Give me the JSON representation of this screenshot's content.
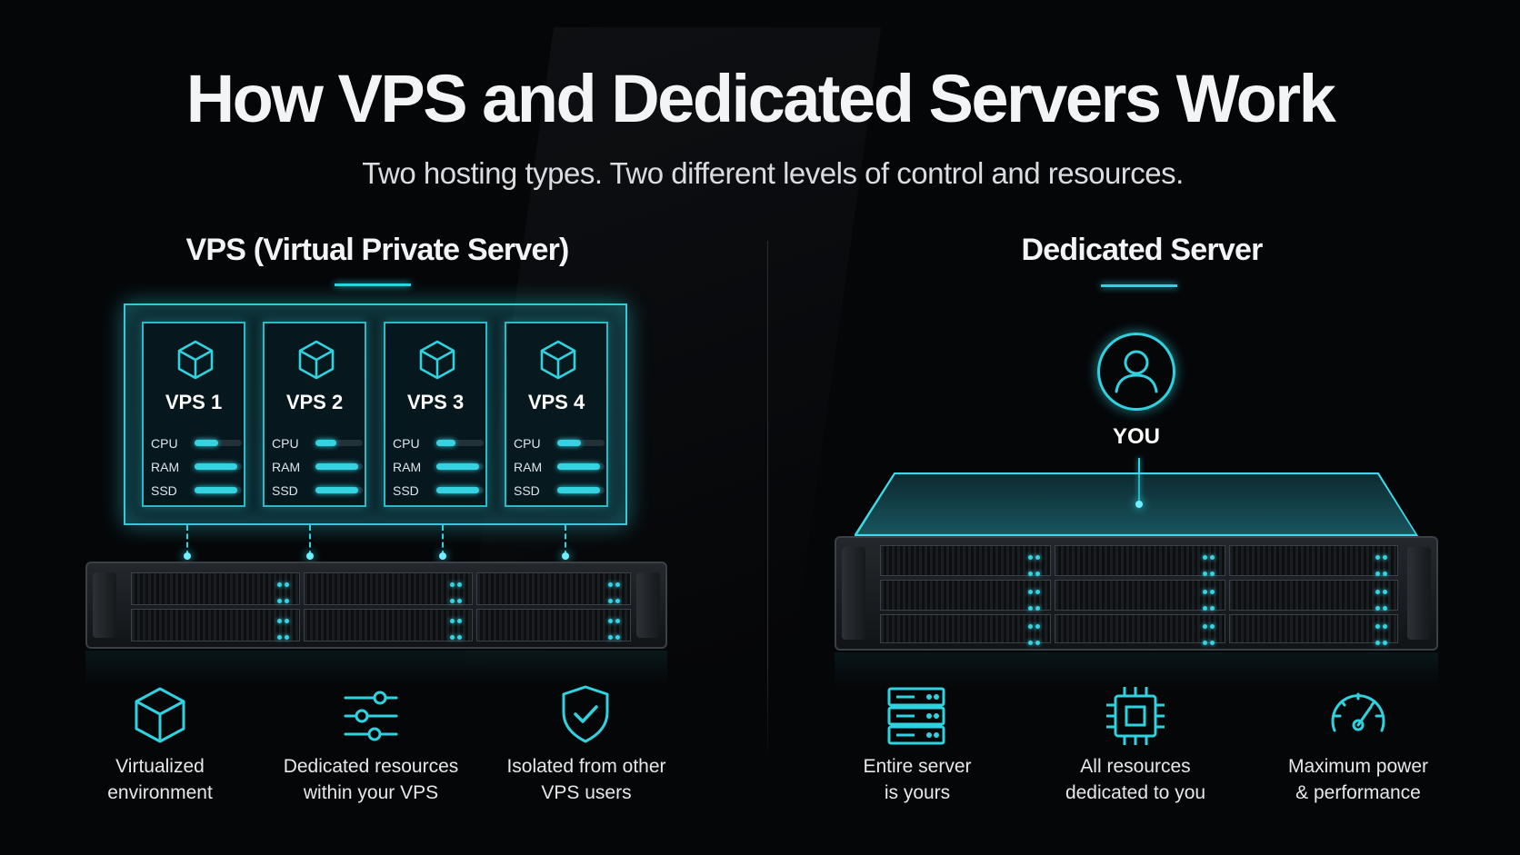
{
  "title": "How VPS and Dedicated Servers Work",
  "subtitle": "Two hosting types. Two different levels of control and resources.",
  "vps": {
    "heading": "VPS (Virtual Private Server)",
    "instances": [
      {
        "name": "VPS 1",
        "resources": [
          {
            "label": "CPU",
            "level": 0.5
          },
          {
            "label": "RAM",
            "level": 0.9
          },
          {
            "label": "SSD",
            "level": 0.9
          }
        ]
      },
      {
        "name": "VPS 2",
        "resources": [
          {
            "label": "CPU",
            "level": 0.45
          },
          {
            "label": "RAM",
            "level": 0.9
          },
          {
            "label": "SSD",
            "level": 0.9
          }
        ]
      },
      {
        "name": "VPS 3",
        "resources": [
          {
            "label": "CPU",
            "level": 0.4
          },
          {
            "label": "RAM",
            "level": 0.9
          },
          {
            "label": "SSD",
            "level": 0.9
          }
        ]
      },
      {
        "name": "VPS 4",
        "resources": [
          {
            "label": "CPU",
            "level": 0.5
          },
          {
            "label": "RAM",
            "level": 0.9
          },
          {
            "label": "SSD",
            "level": 0.9
          }
        ]
      }
    ],
    "features": [
      {
        "icon": "cube-icon",
        "line1": "Virtualized",
        "line2": "environment"
      },
      {
        "icon": "sliders-icon",
        "line1": "Dedicated resources",
        "line2": "within your VPS"
      },
      {
        "icon": "shield-check-icon",
        "line1": "Isolated from other",
        "line2": "VPS users"
      }
    ]
  },
  "dedicated": {
    "heading": "Dedicated Server",
    "user_label": "YOU",
    "features": [
      {
        "icon": "server-stack-icon",
        "line1": "Entire server",
        "line2": "is yours"
      },
      {
        "icon": "cpu-chip-icon",
        "line1": "All resources",
        "line2": "dedicated to you"
      },
      {
        "icon": "gauge-icon",
        "line1": "Maximum power",
        "line2": "& performance"
      }
    ]
  },
  "colors": {
    "accent": "#2fd3e0",
    "background": "#050608",
    "text": "#f2f4f6"
  }
}
